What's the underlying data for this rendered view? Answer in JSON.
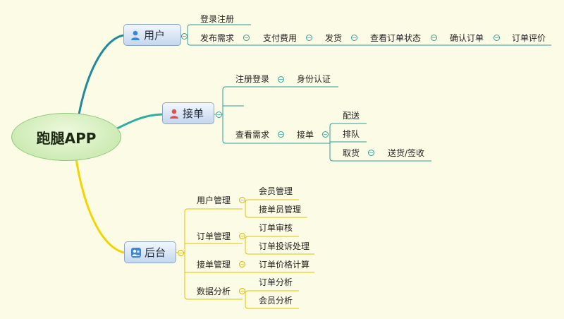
{
  "root": {
    "title": "跑腿APP"
  },
  "user": {
    "title": "用户",
    "children": {
      "login": "登录注册",
      "publish": "发布需求",
      "pay": "支付费用",
      "ship": "发货",
      "status": "查看订单状态",
      "confirm": "确认订单",
      "review": "订单评价"
    }
  },
  "courier": {
    "title": "接单",
    "children": {
      "register": "注册登录",
      "verify": "身份认证",
      "empty": "",
      "view": "查看需求",
      "accept": "接单",
      "deliver": "配送",
      "queue": "排队",
      "pickup": "取货",
      "sign": "送货/签收"
    }
  },
  "admin": {
    "title": "后台",
    "children": {
      "user_mgmt": "用户管理",
      "member_mgmt": "会员管理",
      "courier_mgmt": "接单员管理",
      "order_mgmt": "订单管理",
      "order_audit": "订单审核",
      "complaint": "订单投诉处理",
      "accept_mgmt": "接单管理",
      "price_calc": "订单价格计算",
      "data_analysis": "数据分析",
      "order_analysis": "订单分析",
      "member_analysis": "会员分析"
    }
  },
  "colors": {
    "user_branch": "#1f8a9c",
    "courier_branch": "#2ab0a0",
    "admin_branch": "#f2d400",
    "teal_line": "#2a9d9a",
    "gold_line": "#e0c000",
    "user_icon": "#3a86d8",
    "courier_icon": "#e05050",
    "admin_icon": "#3a86d8"
  }
}
